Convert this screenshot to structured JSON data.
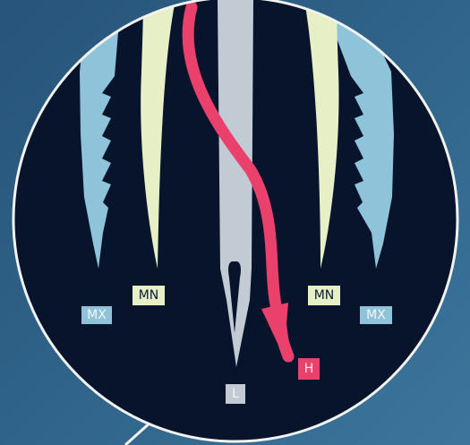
{
  "colors": {
    "background": "#2f6288",
    "circle_fill": "#07142b",
    "circle_stroke": "#f2f2ee",
    "maxilla": "#8fc3d9",
    "mandible": "#e6efc6",
    "labrum": "#c2cbd3",
    "hypopharynx": "#e9416b"
  },
  "labels": {
    "mx_left": "MX",
    "mn_left": "MN",
    "mn_right": "MN",
    "mx_right": "MX",
    "labrum": "L",
    "hypopharynx": "H"
  }
}
